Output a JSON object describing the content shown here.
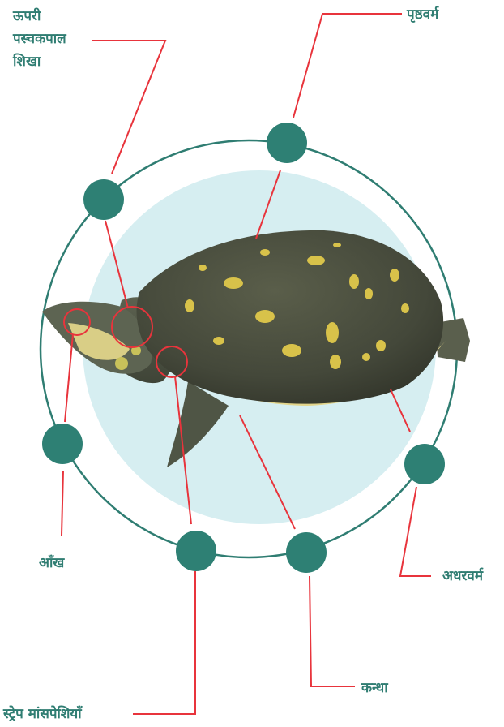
{
  "labels": {
    "upper_shell_ridge": [
      "ऊपरी",
      "पस्चकपाल",
      "शिखा"
    ],
    "carapace": "पृष्ठवर्म",
    "eye": "आँख",
    "plastron": "अधरवर्म",
    "shoulder": "कन्धा",
    "strap_muscles": "स्ट्रेप मांसपेशियाँ"
  },
  "colors": {
    "teal": "#2f7d72",
    "node": "#2e8074",
    "leader_line": "#e8343c",
    "ring": "#2f7d72",
    "backdrop": "#d6eef1",
    "shell": "#4b4f3e",
    "spot": "#d8c24a"
  }
}
